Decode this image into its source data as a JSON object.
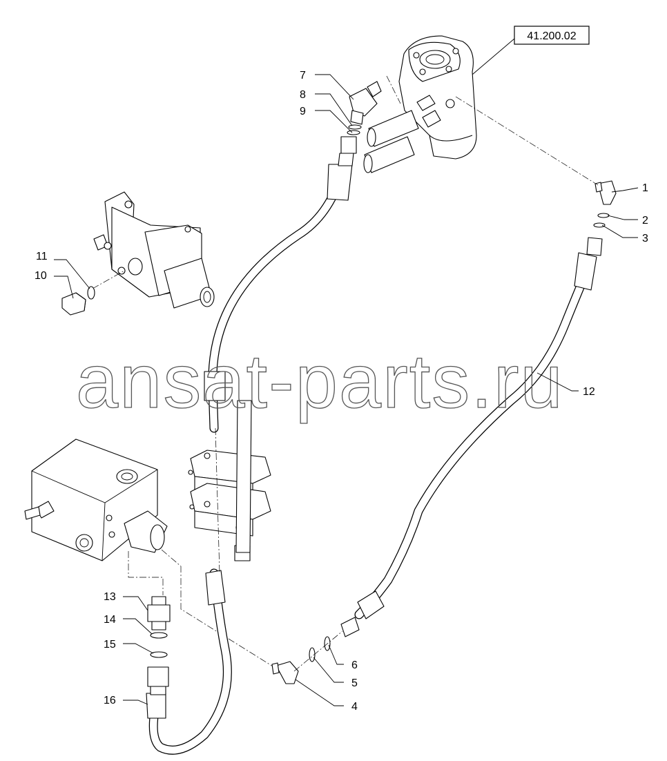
{
  "reference_box": "41.200.02",
  "watermark": "ansat-parts.ru",
  "callouts": [
    {
      "id": "1",
      "label": "1"
    },
    {
      "id": "2",
      "label": "2"
    },
    {
      "id": "3",
      "label": "3"
    },
    {
      "id": "4",
      "label": "4"
    },
    {
      "id": "5",
      "label": "5"
    },
    {
      "id": "6",
      "label": "6"
    },
    {
      "id": "7",
      "label": "7"
    },
    {
      "id": "8",
      "label": "8"
    },
    {
      "id": "9",
      "label": "9"
    },
    {
      "id": "10",
      "label": "10"
    },
    {
      "id": "11",
      "label": "11"
    },
    {
      "id": "12",
      "label": "12"
    },
    {
      "id": "13",
      "label": "13"
    },
    {
      "id": "14",
      "label": "14"
    },
    {
      "id": "15",
      "label": "15"
    },
    {
      "id": "16",
      "label": "16"
    }
  ]
}
